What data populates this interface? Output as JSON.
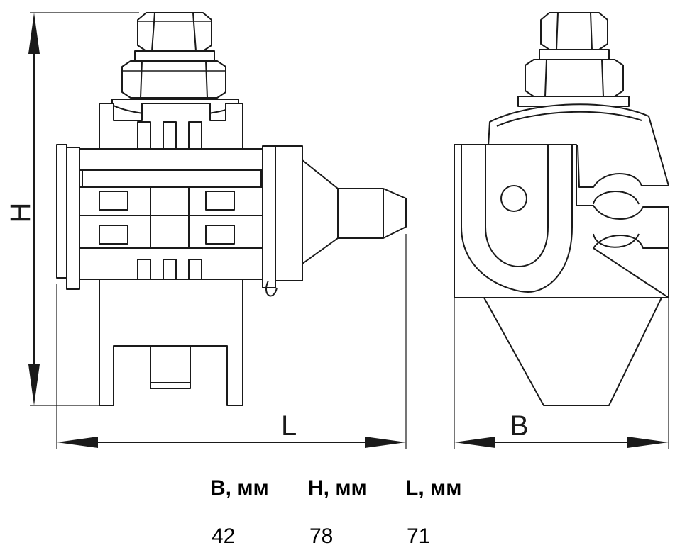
{
  "dimensions": {
    "height_label": "H",
    "length_label": "L",
    "width_label": "B"
  },
  "table": {
    "headers": [
      "B, мм",
      "H, мм",
      "L, мм"
    ],
    "values": [
      "42",
      "78",
      "71"
    ]
  },
  "colors": {
    "line": "#1a1a1a",
    "fill": "#ffffff"
  }
}
